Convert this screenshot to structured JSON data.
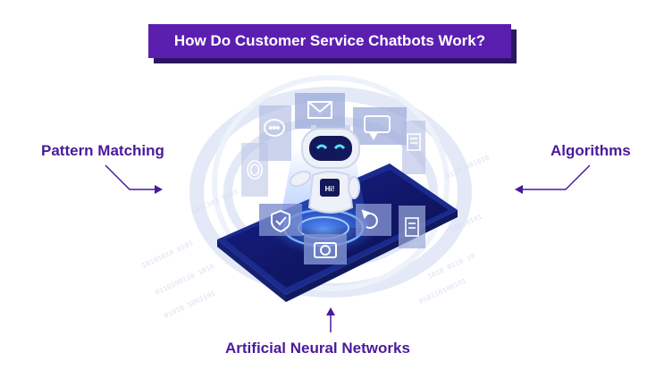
{
  "title": "How Do Customer Service Chatbots Work?",
  "labels": {
    "pattern_matching": "Pattern Matching",
    "algorithms": "Algorithms",
    "neural_networks": "Artificial Neural Networks"
  },
  "robot_screen": "Hi!",
  "colors": {
    "title_bg": "#5b1fb0",
    "title_shadow": "#2b1560",
    "label_text": "#4a1a9c",
    "arrow": "#4a1a9c",
    "phone_body": "#1b2a8e",
    "phone_screen": "#0d1560",
    "hologram": "#2f6ff0",
    "panel": "#9aa8d8"
  },
  "icons": [
    "envelope-icon",
    "chat-bubble-icon",
    "fingerprint-icon",
    "shield-check-icon",
    "camera-icon",
    "refresh-icon",
    "document-icon",
    "robot-icon"
  ]
}
